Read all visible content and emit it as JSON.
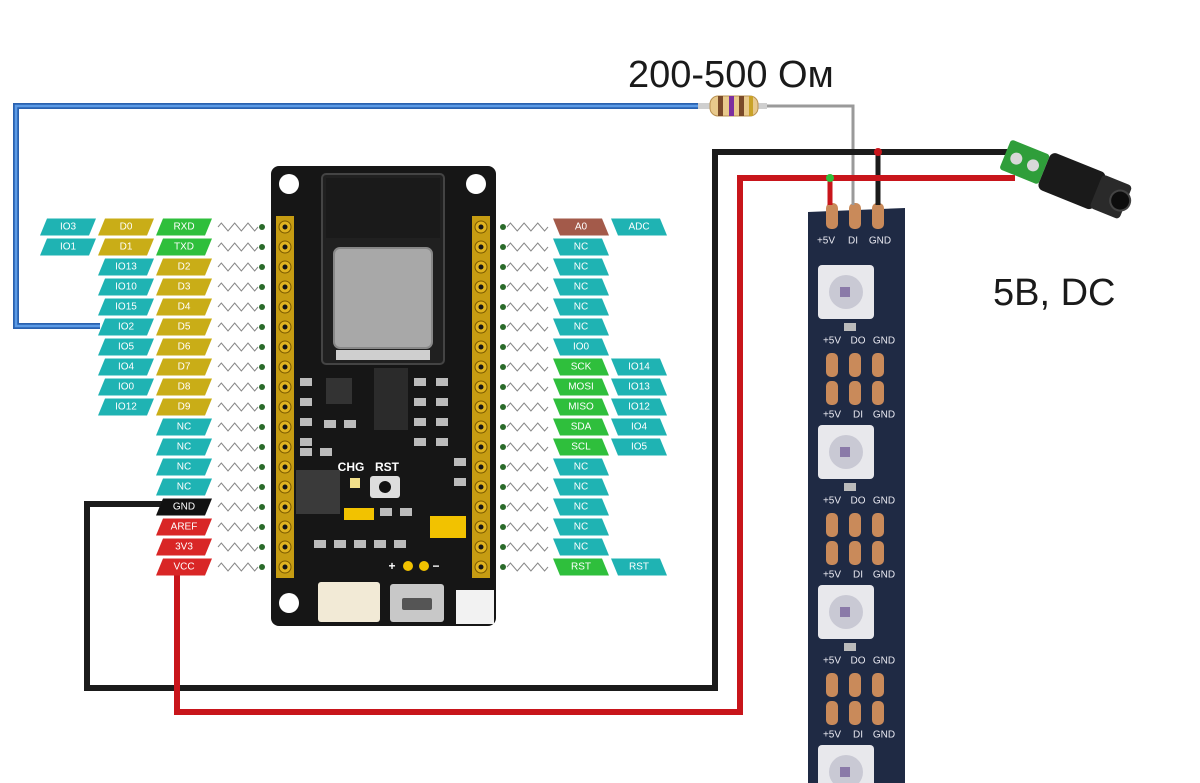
{
  "resistor_label": "200-500 Ом",
  "power_label": "5В, DC",
  "colors": {
    "wire_blue": "#3a7fd0",
    "wire_black": "#1b1b1b",
    "wire_red": "#c8151b",
    "wire_gray": "#9a9a9a",
    "tag_teal": "#1fb3b3",
    "tag_yellow": "#c9ad17",
    "tag_green": "#2fbf3c",
    "tag_red": "#d92626",
    "tag_black": "#111111",
    "tag_brown": "#a35a4a",
    "board": "#161616",
    "strip": "#1f2a44"
  },
  "board": {
    "chg_label": "CHG",
    "rst_label": "RST",
    "plus_label": "+",
    "minus_label": "−"
  },
  "strip": {
    "pad_labels": [
      "+5V",
      "DI",
      "GND"
    ],
    "out_labels": [
      "+5V",
      "DO",
      "GND"
    ]
  },
  "left_pins": [
    [
      {
        "text": "IO3",
        "color": "teal"
      },
      {
        "text": "D0",
        "color": "yellow"
      },
      {
        "text": "RXD",
        "color": "green"
      }
    ],
    [
      {
        "text": "IO1",
        "color": "teal"
      },
      {
        "text": "D1",
        "color": "yellow"
      },
      {
        "text": "TXD",
        "color": "green"
      }
    ],
    [
      {
        "text": "IO13",
        "color": "teal"
      },
      {
        "text": "D2",
        "color": "yellow"
      }
    ],
    [
      {
        "text": "IO10",
        "color": "teal"
      },
      {
        "text": "D3",
        "color": "yellow"
      }
    ],
    [
      {
        "text": "IO15",
        "color": "teal"
      },
      {
        "text": "D4",
        "color": "yellow"
      }
    ],
    [
      {
        "text": "IO2",
        "color": "teal"
      },
      {
        "text": "D5",
        "color": "yellow"
      }
    ],
    [
      {
        "text": "IO5",
        "color": "teal"
      },
      {
        "text": "D6",
        "color": "yellow"
      }
    ],
    [
      {
        "text": "IO4",
        "color": "teal"
      },
      {
        "text": "D7",
        "color": "yellow"
      }
    ],
    [
      {
        "text": "IO0",
        "color": "teal"
      },
      {
        "text": "D8",
        "color": "yellow"
      }
    ],
    [
      {
        "text": "IO12",
        "color": "teal"
      },
      {
        "text": "D9",
        "color": "yellow"
      }
    ],
    [
      {
        "text": "NC",
        "color": "teal"
      }
    ],
    [
      {
        "text": "NC",
        "color": "teal"
      }
    ],
    [
      {
        "text": "NC",
        "color": "teal"
      }
    ],
    [
      {
        "text": "NC",
        "color": "teal"
      }
    ],
    [
      {
        "text": "GND",
        "color": "black"
      }
    ],
    [
      {
        "text": "AREF",
        "color": "red"
      }
    ],
    [
      {
        "text": "3V3",
        "color": "red"
      }
    ],
    [
      {
        "text": "VCC",
        "color": "red"
      }
    ]
  ],
  "right_pins": [
    [
      {
        "text": "A0",
        "color": "brown"
      },
      {
        "text": "ADC",
        "color": "teal"
      }
    ],
    [
      {
        "text": "NC",
        "color": "teal"
      }
    ],
    [
      {
        "text": "NC",
        "color": "teal"
      }
    ],
    [
      {
        "text": "NC",
        "color": "teal"
      }
    ],
    [
      {
        "text": "NC",
        "color": "teal"
      }
    ],
    [
      {
        "text": "NC",
        "color": "teal"
      }
    ],
    [
      {
        "text": "IO0",
        "color": "teal"
      }
    ],
    [
      {
        "text": "SCK",
        "color": "green"
      },
      {
        "text": "IO14",
        "color": "teal"
      }
    ],
    [
      {
        "text": "MOSI",
        "color": "green"
      },
      {
        "text": "IO13",
        "color": "teal"
      }
    ],
    [
      {
        "text": "MISO",
        "color": "green"
      },
      {
        "text": "IO12",
        "color": "teal"
      }
    ],
    [
      {
        "text": "SDA",
        "color": "green"
      },
      {
        "text": "IO4",
        "color": "teal"
      }
    ],
    [
      {
        "text": "SCL",
        "color": "green"
      },
      {
        "text": "IO5",
        "color": "teal"
      }
    ],
    [
      {
        "text": "NC",
        "color": "teal"
      }
    ],
    [
      {
        "text": "NC",
        "color": "teal"
      }
    ],
    [
      {
        "text": "NC",
        "color": "teal"
      }
    ],
    [
      {
        "text": "NC",
        "color": "teal"
      }
    ],
    [
      {
        "text": "NC",
        "color": "teal"
      }
    ],
    [
      {
        "text": "RST",
        "color": "green"
      },
      {
        "text": "RST",
        "color": "teal"
      }
    ]
  ]
}
